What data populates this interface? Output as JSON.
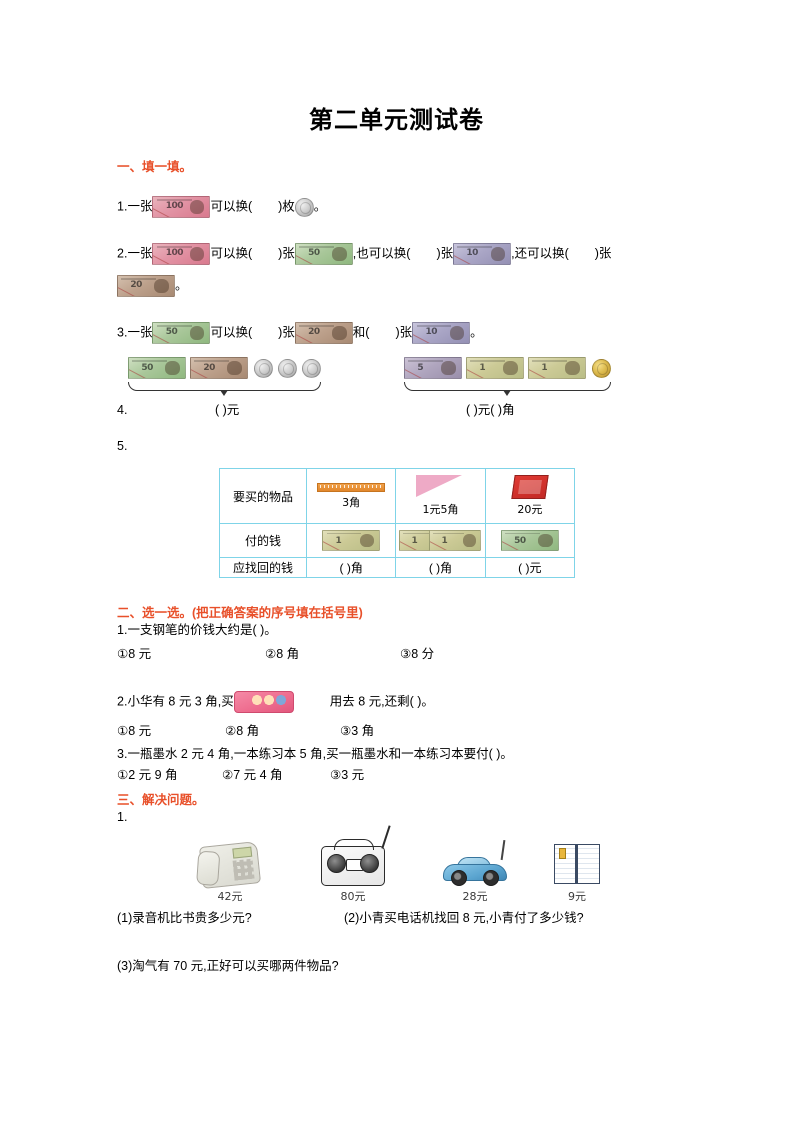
{
  "title": "第二单元测试卷",
  "section1": {
    "heading": "一、填一填。",
    "q1": {
      "num": "1.",
      "t1": "一张",
      "t2": "可以换(",
      "t3": ")枚",
      "t4": "。",
      "note": "100元",
      "coin": "1元硬币"
    },
    "q2": {
      "num": "2.",
      "t1": "一张",
      "t2": "可以换(",
      "t3": ")张",
      "t4": ",也可以换(",
      "t5": ")张",
      "t6": ",还可以换(",
      "t7": ")张",
      "t8": "。",
      "noteA": "100元",
      "noteB": "50元",
      "noteC": "10元",
      "noteD": "20元"
    },
    "q3": {
      "num": "3.",
      "t1": "一张",
      "t2": "可以换(",
      "t3": ")张",
      "t4": "和(",
      "t5": ")张",
      "t6": "。",
      "noteA": "50元",
      "noteB": "20元",
      "noteC": "10元"
    },
    "q4": {
      "num": "4.",
      "left_answer": "(      )元",
      "right_answer": "(      )元(      )角",
      "left_items": [
        "50元",
        "20元",
        "硬币",
        "硬币",
        "硬币"
      ],
      "right_items": [
        "5元",
        "1元",
        "1元",
        "金色硬币"
      ]
    },
    "q5": {
      "num": "5."
    }
  },
  "table": {
    "rows": [
      {
        "label": "要买的物品",
        "cells": [
          {
            "item": "直尺",
            "price": "3角"
          },
          {
            "item": "三角尺",
            "price": "1元5角"
          },
          {
            "item": "书",
            "price": "20元"
          }
        ]
      },
      {
        "label": "付的钱",
        "cells": [
          {
            "money": "1元"
          },
          {
            "money": "1元,1元"
          },
          {
            "money": "50元"
          }
        ]
      },
      {
        "label": "应找回的钱",
        "cells": [
          {
            "ans": "(      )角"
          },
          {
            "ans": "(      )角"
          },
          {
            "ans": "(      )元"
          }
        ]
      }
    ]
  },
  "section2": {
    "heading": "二、选一选。(把正确答案的序号填在括号里)",
    "q1": {
      "num": "1.",
      "text": "一支钢笔的价钱大约是(      )。",
      "options": [
        "①8 元",
        "②8 角",
        "③8 分"
      ]
    },
    "q2": {
      "num": "2.",
      "text_before": "小华有 8 元 3 角,买",
      "text_after": "用去 8 元,还剩(      )。",
      "item": "文具盒",
      "options": [
        "①8 元",
        "②8 角",
        "③3 角"
      ]
    },
    "q3": {
      "num": "3.",
      "text": "一瓶墨水 2 元 4 角,一本练习本 5 角,买一瓶墨水和一本练习本要付(      )。",
      "options": [
        "①2 元 9 角",
        "②7 元 4 角",
        "③3 元"
      ]
    }
  },
  "section3": {
    "heading": "三、解决问题。",
    "num": "1.",
    "items": [
      {
        "name": "电话机",
        "price": "42元"
      },
      {
        "name": "录音机",
        "price": "80元"
      },
      {
        "name": "玩具汽车",
        "price": "28元"
      },
      {
        "name": "书",
        "price": "9元"
      }
    ],
    "questions": [
      "(1)录音机比书贵多少元?",
      "(2)小青买电话机找回 8 元,小青付了多少钱?",
      "(3)淘气有 70 元,正好可以买哪两件物品?"
    ]
  },
  "colors": {
    "heading": "#e8502a",
    "table_border": "#7fd4e8",
    "text": "#000000"
  }
}
